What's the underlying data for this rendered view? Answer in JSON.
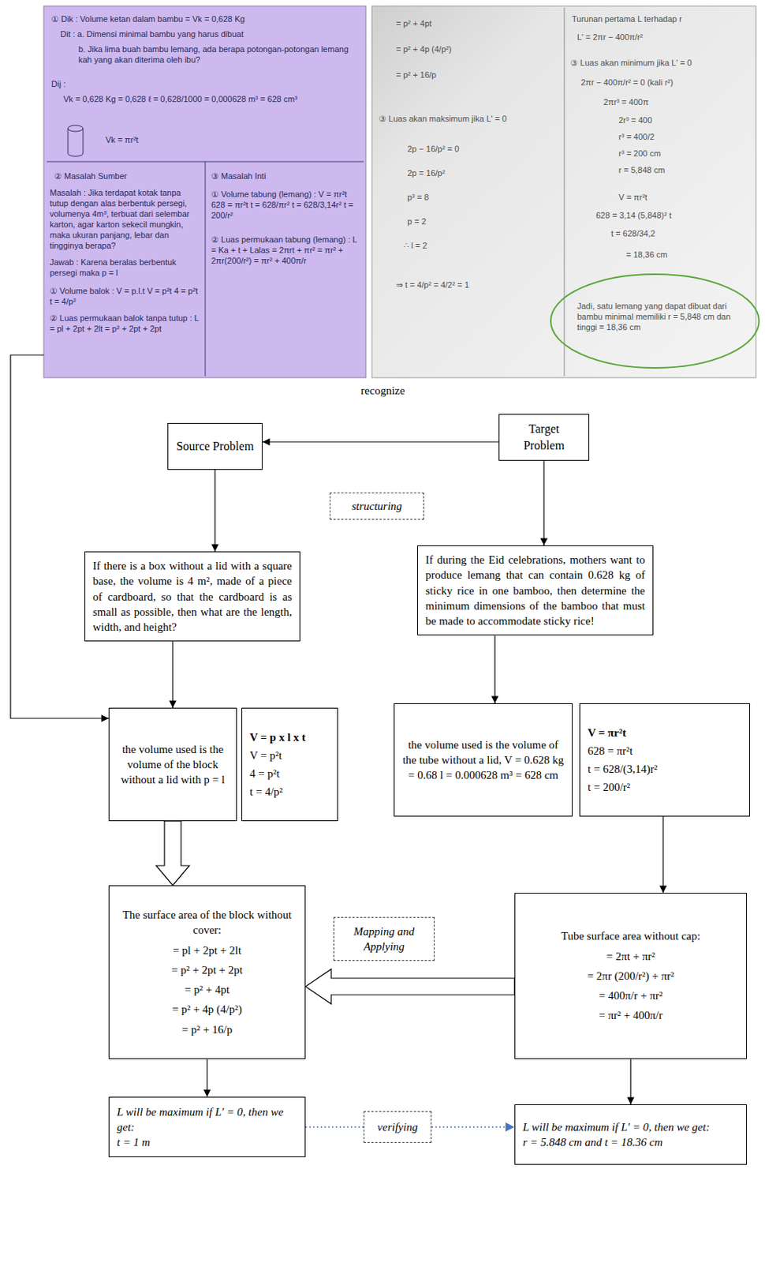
{
  "diagram": {
    "nodes": [
      {
        "text": [
          "Source Problem"
        ]
      },
      {
        "text": [
          "Target Problem"
        ]
      },
      {
        "text": [
          "structuring"
        ]
      },
      {
        "text": [
          "If there is a box without a lid with a square base, the volume is 4 m², made of a piece of cardboard, so that the cardboard is as small as possible, then what are the length, width, and height?"
        ]
      },
      {
        "text": [
          "If during the Eid celebrations, mothers want to produce lemang that can contain 0.628 kg of sticky rice in one bamboo, then determine the minimum dimensions of the bamboo that must be made to accommodate sticky rice!"
        ]
      },
      {
        "text": [
          "the volume used is the volume of the block without a lid with p = l"
        ]
      },
      {
        "text": [
          "V = p x l x t",
          "V = p²t",
          "4 = p²t",
          "t = 4/p²"
        ]
      },
      {
        "text": [
          "the volume used is the volume of the tube without a lid, V = 0.628 kg = 0.68 l = 0.000628 m³ = 628 cm"
        ]
      },
      {
        "text": [
          "V = πr²t",
          "628 = πr²t",
          "t = 628/(3,14)r²",
          "t = 200/r²"
        ]
      },
      {
        "text": [
          "Mapping and Applying"
        ]
      },
      {
        "text": [
          "The surface area of the block without cover:",
          "= pl + 2pt + 2lt",
          "= p² + 2pt + 2pt",
          "= p² + 4pt",
          "= p² + 4p (4/p²)",
          "= p² + 16/p"
        ]
      },
      {
        "text": [
          "Tube surface area without cap:",
          "= 2πt + πr²",
          "= 2πr (200/r²) + πr²",
          "= 400π/r + πr²",
          "= πr² + 400π/r"
        ]
      },
      {
        "text": [
          "verifying"
        ]
      },
      {
        "text": [
          "L will be maximum if L' = 0, then we get:",
          "t = 1 m"
        ]
      },
      {
        "text": [
          "L will be maximum if L' = 0, then we get:",
          "r = 5.848 cm and t = 18.36 cm"
        ]
      }
    ],
    "edges": [
      {
        "from": 1,
        "to": 0,
        "arrow": "to"
      },
      {
        "from": 0,
        "to": 3,
        "arrow": "to"
      },
      {
        "from": 1,
        "to": 4,
        "arrow": "to"
      },
      {
        "from": 3,
        "to": 5,
        "arrow": "to"
      },
      {
        "from": 4,
        "to": 7,
        "arrow": "to"
      },
      {
        "from": 5,
        "to": 10,
        "arrow": "to"
      },
      {
        "from": 11,
        "to": 10,
        "arrow": "to"
      },
      {
        "from": 8,
        "to": 11,
        "arrow": "to"
      },
      {
        "from": 10,
        "to": 13,
        "arrow": "to"
      },
      {
        "from": 11,
        "to": 14,
        "arrow": "to"
      },
      {
        "from": 13,
        "to": 12,
        "arrow": "none"
      },
      {
        "from": 12,
        "to": 14,
        "arrow": "to"
      }
    ],
    "labels": [
      "recognize",
      "① Dik : Volume ketan dalam bambu = Vk = 0,628 Kg",
      "Dit : a. Dimensi minimal bambu yang harus dibuat",
      "b. Jika lima buah bambu lemang, ada berapa potongan-potongan lemang kah yang akan diterima oleh ibu?",
      "Dij :",
      "Vk = 0,628 Kg = 0,628 ℓ = 0,628/1000 = 0,000628 m³ = 628 cm³",
      "Vk = πr²t",
      "② Masalah Sumber",
      "Masalah : Jika terdapat kotak tanpa tutup dengan alas berbentuk persegi, volumenya 4m³, terbuat dari selembar karton, agar karton sekecil mungkin, maka ukuran panjang, lebar dan tingginya berapa?",
      "Jawab : Karena beralas berbentuk persegi maka p = l",
      "① Volume balok : V = p.l.t  V = p²t  4 = p²t  t = 4/p²",
      "② Luas permukaan balok tanpa tutup : L = pl + 2pt + 2lt = p² + 2pt + 2pt",
      "③ Masalah Inti",
      "① Volume tabung (lemang) : V = πr²t  628 = πr²t  t = 628/πr²  t = 628/3,14r²  t = 200/r²",
      "② Luas permukaan tabung (lemang) : L = Ka + t + Lalas = 2πrt + πr² = πr² + 2πr(200/r²) = πr² + 400π/r",
      "= p² + 4pt",
      "= p² + 4p (4/p²)",
      "= p² + 16/p",
      "③ Luas akan maksimum jika L' = 0",
      "2p − 16/p² = 0",
      "2p = 16/p²",
      "p³ = 8",
      "p = 2",
      "∴ l = 2",
      "⇒ t = 4/p² = 4/2² = 1",
      "Turunan pertama L terhadap r",
      "L' = 2πr − 400π/r²",
      "③ Luas akan minimum jika L' = 0",
      "2πr − 400π/r² = 0 (kali r²)",
      "2πr³ = 400π",
      "2r³ = 400",
      "r³ = 400/2",
      "r³ = 200 cm",
      "r = 5,848 cm",
      "V = πr²t",
      "628 = 3,14 (5,848)² t",
      "t = 628/34,2",
      "= 18,36 cm",
      "Jadi, satu lemang yang dapat dibuat dari bambu minimal memiliki r = 5,848 cm dan tinggi = 18,36 cm"
    ]
  }
}
